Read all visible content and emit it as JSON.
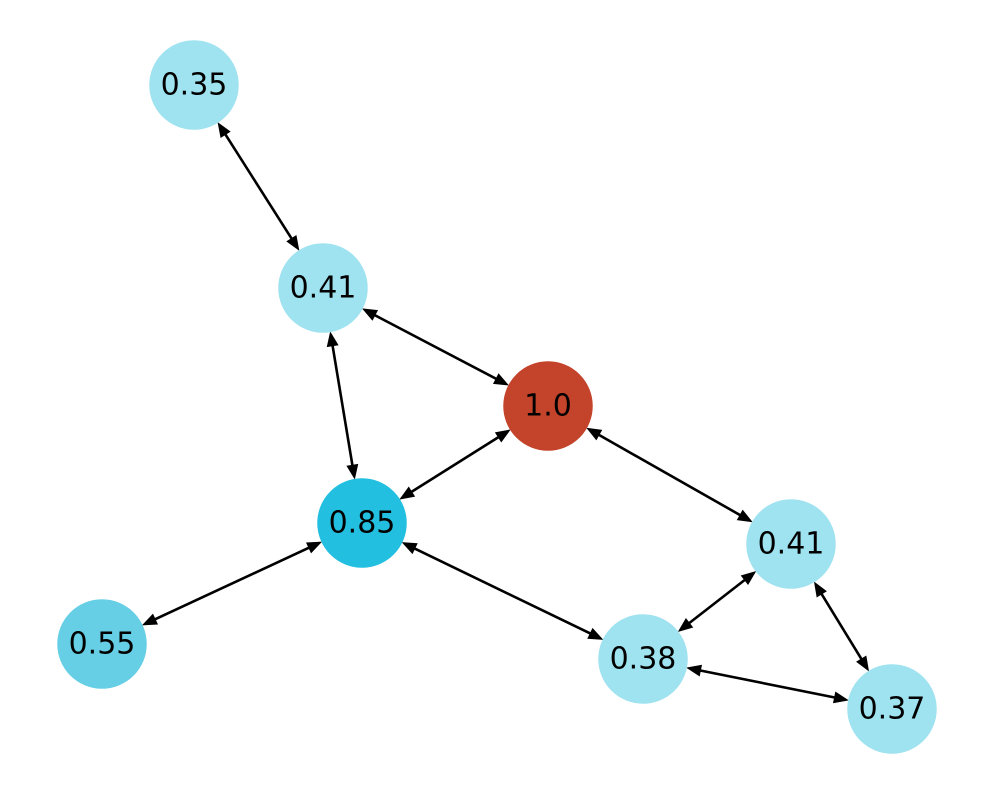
{
  "colors": {
    "focus": "#c4432b",
    "high": "#22bfe0",
    "mid": "#66cfe6",
    "low": "#9fe2f0",
    "edge": "#000000"
  },
  "nodes": [
    {
      "id": "n1",
      "label": "0.35",
      "value": 0.35,
      "color": "low"
    },
    {
      "id": "n2",
      "label": "0.41",
      "value": 0.41,
      "color": "low"
    },
    {
      "id": "n3",
      "label": "1.0",
      "value": 1.0,
      "color": "focus"
    },
    {
      "id": "n4",
      "label": "0.85",
      "value": 0.85,
      "color": "high"
    },
    {
      "id": "n5",
      "label": "0.41",
      "value": 0.41,
      "color": "low"
    },
    {
      "id": "n6",
      "label": "0.55",
      "value": 0.55,
      "color": "mid"
    },
    {
      "id": "n7",
      "label": "0.38",
      "value": 0.38,
      "color": "low"
    },
    {
      "id": "n8",
      "label": "0.37",
      "value": 0.37,
      "color": "low"
    }
  ],
  "edges": [
    {
      "source": "n1",
      "target": "n2",
      "directed": "both"
    },
    {
      "source": "n2",
      "target": "n3",
      "directed": "both"
    },
    {
      "source": "n2",
      "target": "n4",
      "directed": "both"
    },
    {
      "source": "n4",
      "target": "n3",
      "directed": "both"
    },
    {
      "source": "n3",
      "target": "n5",
      "directed": "both"
    },
    {
      "source": "n4",
      "target": "n6",
      "directed": "both"
    },
    {
      "source": "n4",
      "target": "n7",
      "directed": "both"
    },
    {
      "source": "n5",
      "target": "n7",
      "directed": "both"
    },
    {
      "source": "n5",
      "target": "n8",
      "directed": "both"
    },
    {
      "source": "n7",
      "target": "n8",
      "directed": "both"
    }
  ]
}
